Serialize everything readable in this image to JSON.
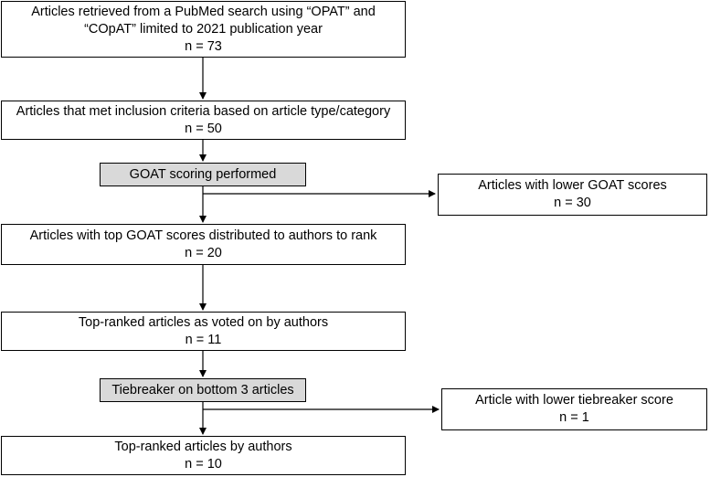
{
  "boxes": {
    "retrieved": {
      "lines": [
        "Articles retrieved from a PubMed search using “OPAT” and",
        "“COpAT” limited to 2021 publication year"
      ],
      "count": "n = 73"
    },
    "inclusion": {
      "lines": [
        "Articles that met inclusion criteria based on article type/category"
      ],
      "count": "n = 50"
    },
    "goat_scoring": {
      "label": "GOAT scoring performed"
    },
    "lower_goat": {
      "lines": [
        "Articles with lower GOAT scores"
      ],
      "count": "n = 30"
    },
    "top_goat": {
      "lines": [
        "Articles with top GOAT scores distributed to authors to rank"
      ],
      "count": "n = 20"
    },
    "top_ranked_voted": {
      "lines": [
        "Top-ranked articles as voted on by authors"
      ],
      "count": "n = 11"
    },
    "tiebreaker": {
      "label": "Tiebreaker on bottom 3 articles"
    },
    "lower_tiebreaker": {
      "lines": [
        "Article with lower tiebreaker score"
      ],
      "count": "n = 1"
    },
    "final": {
      "lines": [
        "Top-ranked articles by authors"
      ],
      "count": "n = 10"
    }
  },
  "colors": {
    "process_fill": "#d9d9d9",
    "stroke": "#000000"
  }
}
